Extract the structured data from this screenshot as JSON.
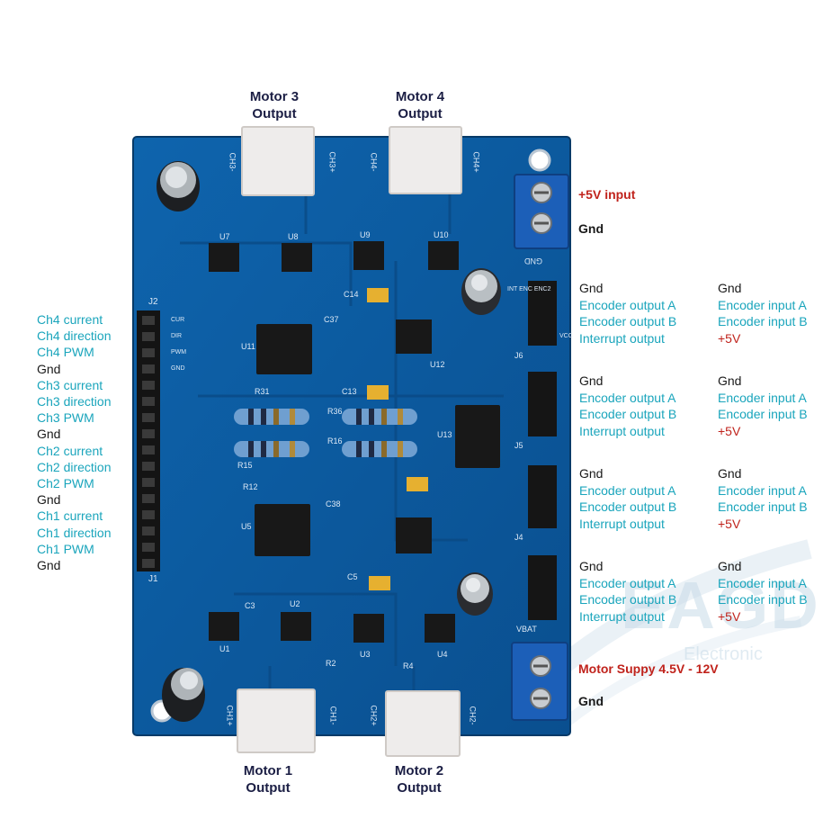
{
  "motor_labels": [
    {
      "id": "motor3",
      "line1": "Motor 3",
      "line2": "Output"
    },
    {
      "id": "motor4",
      "line1": "Motor 4",
      "line2": "Output"
    },
    {
      "id": "motor1",
      "line1": "Motor 1",
      "line2": "Output"
    },
    {
      "id": "motor2",
      "line1": "Motor 2",
      "line2": "Output"
    }
  ],
  "power": {
    "input_label": "+5V input",
    "input_gnd": "Gnd",
    "supply_label": "Motor Suppy 4.5V - 12V",
    "supply_gnd": "Gnd"
  },
  "left_pins": [
    {
      "text": "Ch4 current",
      "color": "teal"
    },
    {
      "text": "Ch4 direction",
      "color": "teal"
    },
    {
      "text": "Ch4 PWM",
      "color": "teal"
    },
    {
      "text": "Gnd",
      "color": "black"
    },
    {
      "text": "Ch3 current",
      "color": "teal"
    },
    {
      "text": "Ch3 direction",
      "color": "teal"
    },
    {
      "text": "Ch3 PWM",
      "color": "teal"
    },
    {
      "text": "Gnd",
      "color": "black"
    },
    {
      "text": "Ch2 current",
      "color": "teal"
    },
    {
      "text": "Ch2 direction",
      "color": "teal"
    },
    {
      "text": "Ch2 PWM",
      "color": "teal"
    },
    {
      "text": "Gnd",
      "color": "black"
    },
    {
      "text": "Ch1 current",
      "color": "teal"
    },
    {
      "text": "Ch1 direction",
      "color": "teal"
    },
    {
      "text": "Ch1 PWM",
      "color": "teal"
    },
    {
      "text": "Gnd",
      "color": "black"
    }
  ],
  "encoder_blocks": [
    {
      "left": [
        "Gnd",
        "Encoder output A",
        "Encoder output B",
        "Interrupt output"
      ],
      "right": [
        "Gnd",
        "Encoder input A",
        "Encoder input B",
        "+5V"
      ]
    },
    {
      "left": [
        "Gnd",
        "Encoder output A",
        "Encoder output B",
        "Interrupt output"
      ],
      "right": [
        "Gnd",
        "Encoder input A",
        "Encoder input B",
        "+5V"
      ]
    },
    {
      "left": [
        "Gnd",
        "Encoder output A",
        "Encoder output B",
        "Interrupt output"
      ],
      "right": [
        "Gnd",
        "Encoder input A",
        "Encoder input B",
        "+5V"
      ]
    },
    {
      "left": [
        "Gnd",
        "Encoder output A",
        "Encoder output B",
        "Interrupt output"
      ],
      "right": [
        "Gnd",
        "Encoder input A",
        "Encoder input B",
        "+5V"
      ]
    }
  ],
  "silkscreen": {
    "ch3_minus": "CH3-",
    "ch3_plus": "CH3+",
    "ch4_minus": "CH4-",
    "ch4_plus": "CH4+",
    "ch1_plus": "CH1+",
    "ch1_minus": "CH1-",
    "ch2_plus": "CH2+",
    "ch2_minus": "CH2-",
    "j2": "J2",
    "j1": "J1",
    "j6": "J6",
    "j5": "J5",
    "j4": "J4",
    "gnd": "GND",
    "vbat": "VBAT",
    "u1": "U1",
    "u2": "U2",
    "u3": "U3",
    "u4": "U4",
    "u5": "U5",
    "u7": "U7",
    "u8": "U8",
    "u9": "U9",
    "u10": "U10",
    "u11": "U11",
    "u12": "U12",
    "u13": "U13",
    "r15": "R15",
    "r16": "R16",
    "r36": "R36",
    "r12": "R12",
    "r31": "R31",
    "r2": "R2",
    "r4": "R4",
    "c3": "C3",
    "c5": "C5",
    "c13": "C13",
    "c37": "C37",
    "c38": "C38",
    "c14": "C14",
    "pins": [
      "CUR",
      "DIR",
      "PWM",
      "GND"
    ],
    "enc_pins": "INT ENC ENC2",
    "vcc": "VCC"
  },
  "watermark": {
    "brand": "EAGD",
    "sub": "Electronic"
  },
  "colors": {
    "pcb": "#0c5a9e",
    "pcb_dark": "#083f72",
    "teal": "#1aa5bc",
    "red": "#c0231c",
    "navy": "#1b1e44",
    "terminal": "#1c5fb8"
  }
}
